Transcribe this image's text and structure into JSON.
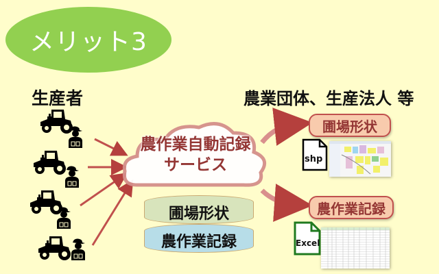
{
  "badge": {
    "label": "メリット3",
    "color": "#92d050"
  },
  "producers": {
    "label": "生産者",
    "count": 4
  },
  "organizations": {
    "label": "農業団体、生産法人 等"
  },
  "service": {
    "line1": "農作業自動記録",
    "line2": "サービス",
    "color": "#943634"
  },
  "database": {
    "top_label": "圃場形状",
    "top_color": "#d8e4bc",
    "bottom_label": "農作業記録",
    "bottom_color": "#b7dde8"
  },
  "outputs": [
    {
      "label": "圃場形状",
      "file_icon": "shp-file-icon",
      "file_label": "shp",
      "preview": "map-screenshot"
    },
    {
      "label": "農作業記録",
      "file_icon": "excel-file-icon",
      "file_label": "Excel",
      "preview": "spreadsheet-screenshot"
    }
  ],
  "colors": {
    "background": "#fffdcb",
    "arrow": "#c0504d",
    "pill_fill": "#f8cbad"
  }
}
